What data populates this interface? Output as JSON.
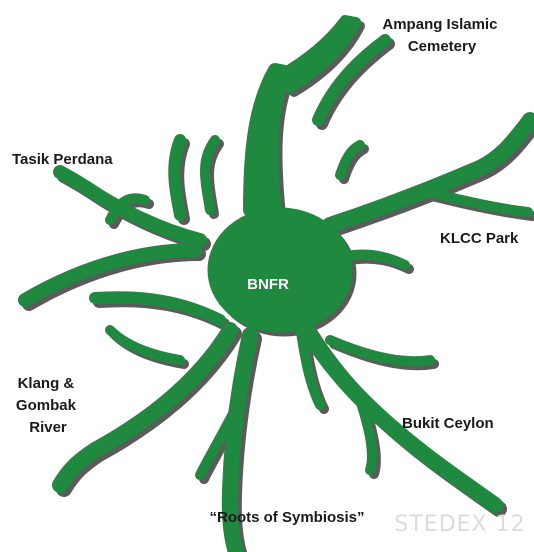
{
  "diagram": {
    "center": "BNFR",
    "destinations": {
      "ampang": [
        "Ampang Islamic",
        "Cemetery"
      ],
      "tasik": "Tasik Perdana",
      "klcc": "KLCC Park",
      "klang": [
        "Klang &",
        "Gombak",
        "River"
      ],
      "bukit": "Bukit Ceylon",
      "roots": "“Roots of Symbiosis”"
    },
    "watermark": "STEDEX 12",
    "colors": {
      "body": "#1f8a3f",
      "shadow": "#5b5b5b",
      "text": "#1a1a1a",
      "center_text": "#ffffff"
    }
  }
}
